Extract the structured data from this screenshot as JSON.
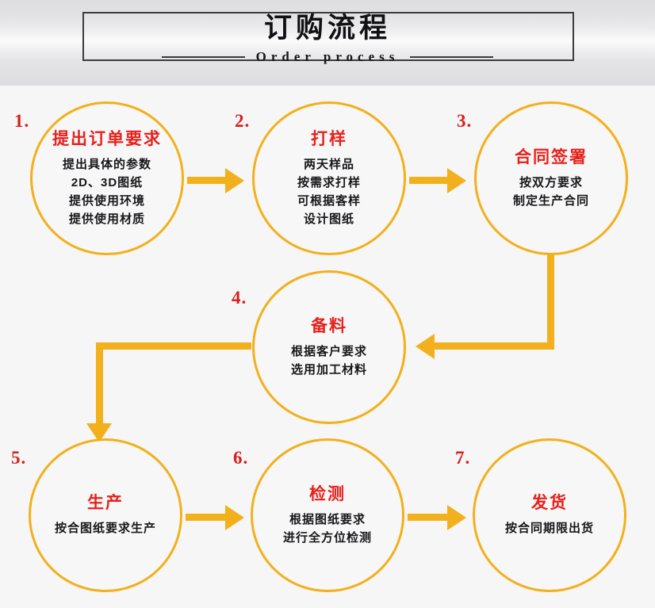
{
  "header": {
    "title": "订购流程",
    "subtitle": "Order process"
  },
  "flow": {
    "steps": [
      {
        "number": "1.",
        "title": "提出订单要求",
        "lines": [
          "提出具体的参数",
          "2D、3D图纸",
          "提供使用环境",
          "提供使用材质"
        ]
      },
      {
        "number": "2.",
        "title": "打样",
        "lines": [
          "两天样品",
          "按需求打样",
          "可根据客样",
          "设计图纸"
        ]
      },
      {
        "number": "3.",
        "title": "合同签署",
        "lines": [
          "按双方要求",
          "制定生产合同"
        ]
      },
      {
        "number": "4.",
        "title": "备料",
        "lines": [
          "根据客户要求",
          "选用加工材料"
        ]
      },
      {
        "number": "5.",
        "title": "生产",
        "lines": [
          "按合图纸要求生产"
        ]
      },
      {
        "number": "6.",
        "title": "检测",
        "lines": [
          "根据图纸要求",
          "进行全方位检测"
        ]
      },
      {
        "number": "7.",
        "title": "发货",
        "lines": [
          "按合同期限出货"
        ]
      }
    ],
    "connectors": [
      {
        "name": "arrow-step1-to-step2",
        "direction": "right"
      },
      {
        "name": "arrow-step2-to-step3",
        "direction": "right"
      },
      {
        "name": "arrow-step3-to-step4",
        "direction": "down-then-left"
      },
      {
        "name": "arrow-step4-to-step5",
        "direction": "left-then-down"
      },
      {
        "name": "arrow-step5-to-step6",
        "direction": "right"
      },
      {
        "name": "arrow-step6-to-step7",
        "direction": "right"
      }
    ]
  },
  "colors": {
    "accent_gold": "#f2b01c",
    "title_red": "#e8201c",
    "text_dark": "#17171a",
    "background": "#f6f6f6",
    "header_border": "#3c3c3e"
  }
}
